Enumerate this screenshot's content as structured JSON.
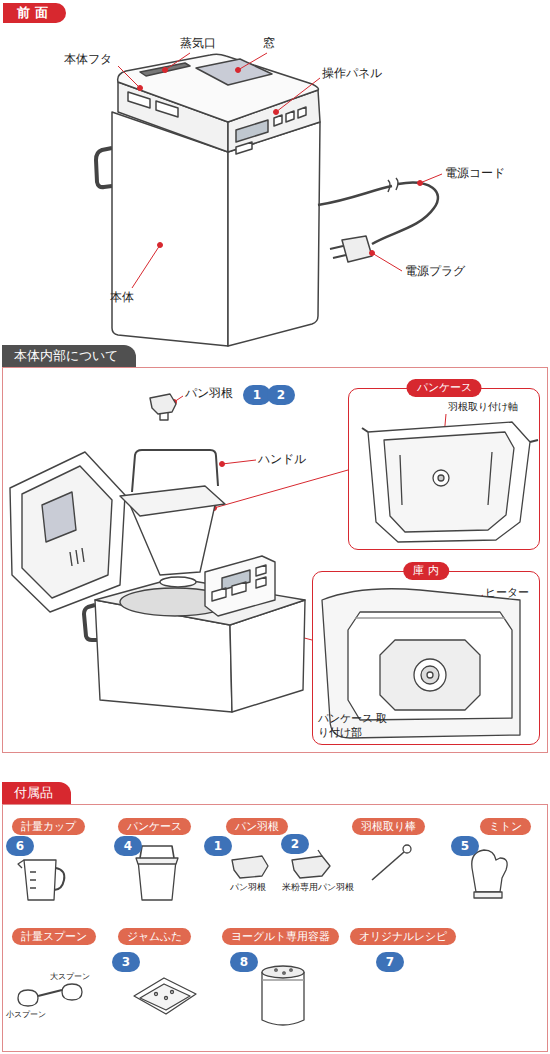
{
  "diagram": {
    "nodes": [
      {
        "text": [
          "前 面"
        ]
      },
      {
        "text": [
          "本体内部について"
        ]
      },
      {
        "text": [
          "1"
        ],
        "in": 1
      },
      {
        "text": [
          "2"
        ],
        "in": 1
      },
      {
        "text": [
          "パンケース"
        ],
        "in": 1
      },
      {
        "text": [
          "庫 内"
        ],
        "in": 1
      },
      {
        "text": [
          "付属品"
        ]
      },
      {
        "text": [
          "計量カップ"
        ],
        "in": 6
      },
      {
        "text": [
          "6"
        ],
        "in": 6
      },
      {
        "text": [
          "パンケース"
        ],
        "in": 6
      },
      {
        "text": [
          "4"
        ],
        "in": 6
      },
      {
        "text": [
          "パン羽根"
        ],
        "in": 6
      },
      {
        "text": [
          "1"
        ],
        "in": 6
      },
      {
        "text": [
          "2"
        ],
        "in": 6
      },
      {
        "text": [
          "羽根取り棒"
        ],
        "in": 6
      },
      {
        "text": [
          "ミトン"
        ],
        "in": 6
      },
      {
        "text": [
          "5"
        ],
        "in": 6
      },
      {
        "text": [
          "計量スプーン"
        ],
        "in": 6
      },
      {
        "text": [
          "ジャムふた"
        ],
        "in": 6
      },
      {
        "text": [
          "3"
        ],
        "in": 6
      },
      {
        "text": [
          "ヨーグルト専用容器"
        ],
        "in": 6
      },
      {
        "text": [
          "8"
        ],
        "in": 6
      },
      {
        "text": [
          "オリジナルレシピ"
        ],
        "in": 6
      },
      {
        "text": [
          "7"
        ],
        "in": 6
      }
    ],
    "labels": [
      "蒸気口",
      "窓",
      "本体フタ",
      "操作パネル",
      "電源コード",
      "本体",
      "電源プラグ",
      "パン羽根",
      "ハンドル",
      "羽根取り付け軸",
      "ヒーター",
      "パンケース 取り付け部",
      "パン羽根",
      "米粉専用パン羽根",
      "小スプーン",
      "大スプーン"
    ]
  }
}
